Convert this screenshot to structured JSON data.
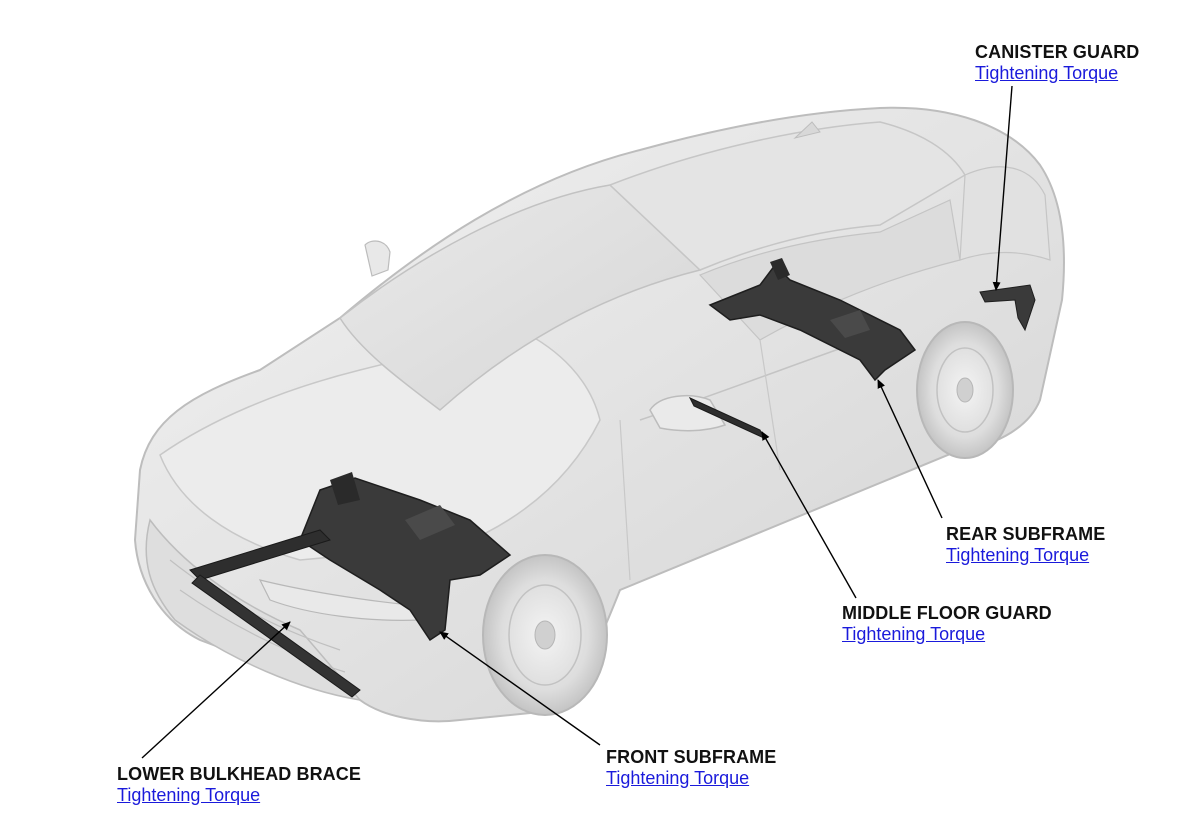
{
  "diagram": {
    "callouts": [
      {
        "id": "canister-guard",
        "name": "CANISTER GUARD",
        "link": "Tightening Torque"
      },
      {
        "id": "rear-subframe",
        "name": "REAR SUBFRAME",
        "link": "Tightening Torque"
      },
      {
        "id": "middle-floor-guard",
        "name": "MIDDLE FLOOR GUARD",
        "link": "Tightening Torque"
      },
      {
        "id": "front-subframe",
        "name": "FRONT SUBFRAME",
        "link": "Tightening Torque"
      },
      {
        "id": "lower-bulkhead-brace",
        "name": "LOWER BULKHEAD BRACE",
        "link": "Tightening Torque"
      }
    ],
    "colors": {
      "body_fill": "#e6e6e6",
      "body_shadow": "#cfcfcf",
      "part_fill": "#2e2e2e",
      "leader_line": "#000000",
      "link": "#1a1adb"
    }
  }
}
